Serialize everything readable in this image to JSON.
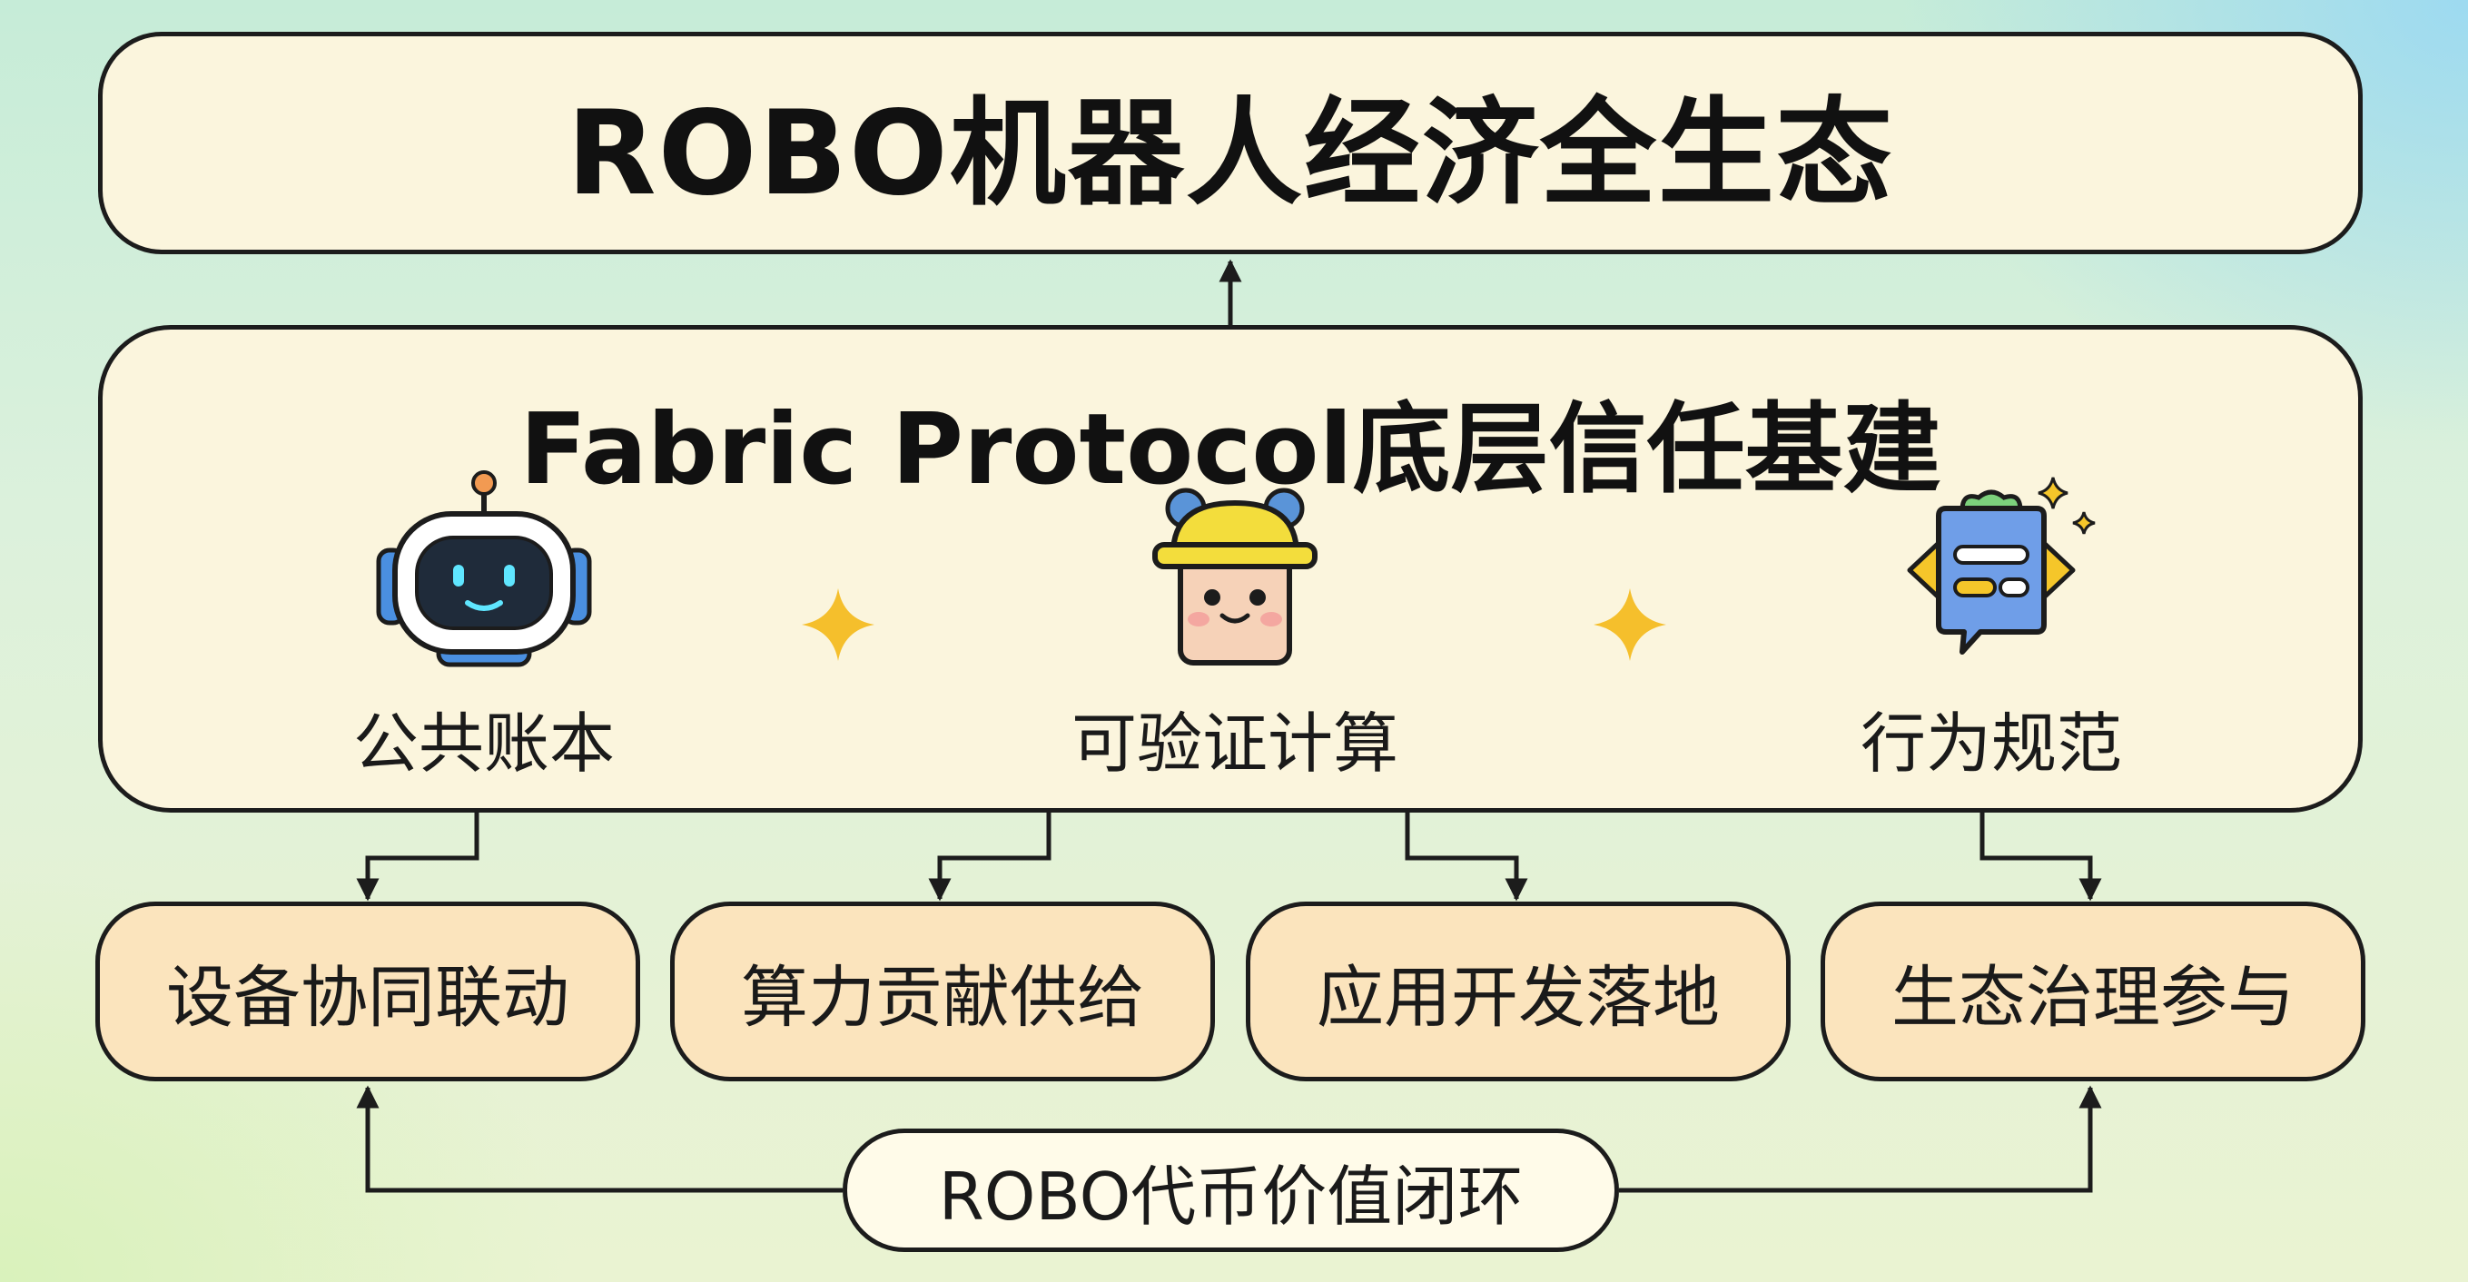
{
  "ecosystem": {
    "title": "ROBO机器人经济全生态"
  },
  "infrastructure": {
    "title": "Fabric Protocol底层信任基建",
    "pillars": [
      {
        "label": "公共账本",
        "icon": "robot-icon"
      },
      {
        "label": "可验证计算",
        "icon": "hardhat-face-icon"
      },
      {
        "label": "行为规范",
        "icon": "chat-bubble-icon"
      }
    ],
    "separator_icon": "diamond-icon"
  },
  "applications": [
    {
      "label": "设备协同联动"
    },
    {
      "label": "算力贡献供给"
    },
    {
      "label": "应用开发落地"
    },
    {
      "label": "生态治理参与"
    }
  ],
  "token": {
    "label": "ROBO代币价值闭环"
  },
  "colors": {
    "border": "#1c1c1c",
    "top_fill": "#fbf5dd",
    "app_fill": "#fbe4bd",
    "token_fill": "#fffbe9",
    "diamond": "#f5bf2c"
  }
}
